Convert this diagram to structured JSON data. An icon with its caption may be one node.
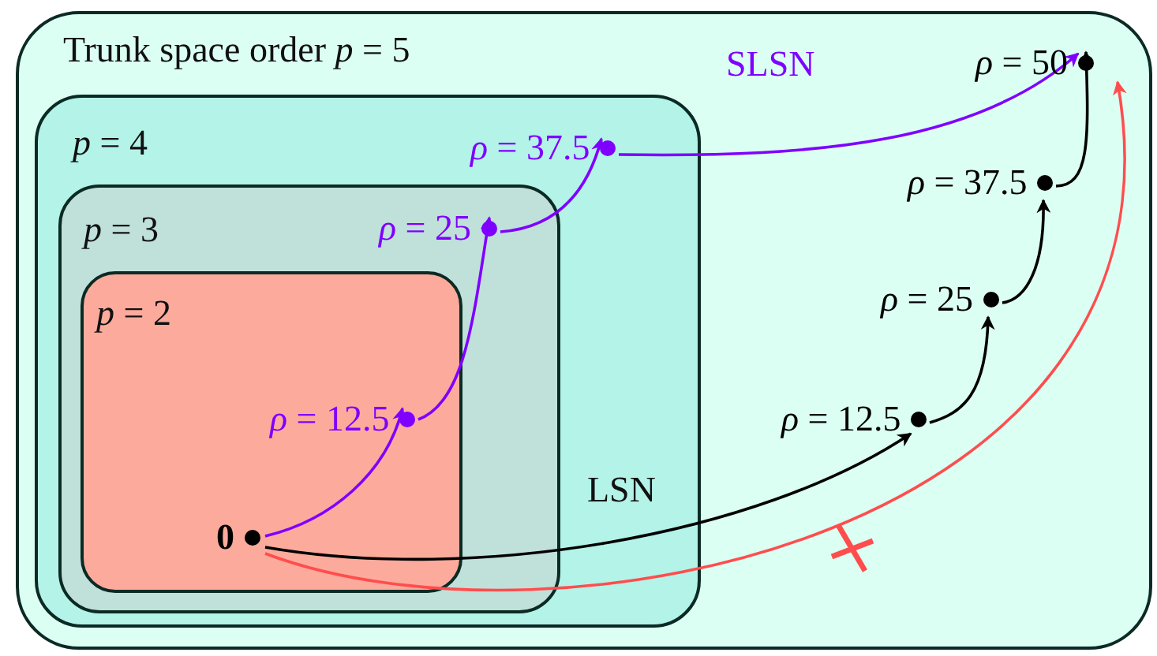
{
  "diagram": {
    "nodes": [
      {
        "text": [
          "Trunk space order *p* = 5"
        ]
      },
      {
        "text": [
          "*p* = 4"
        ],
        "in": 0
      },
      {
        "text": [
          "*p* = 3"
        ],
        "in": 1
      },
      {
        "text": [
          "*p* = 2"
        ],
        "in": 2
      },
      {
        "text": [
          "0"
        ],
        "in": 3
      },
      {
        "text": [
          "*ρ* = 12.5"
        ],
        "in": 3
      },
      {
        "text": [
          "*ρ* = 25"
        ],
        "in": 2
      },
      {
        "text": [
          "*ρ* = 37.5"
        ],
        "in": 1
      },
      {
        "text": [
          "*ρ* = 12.5"
        ],
        "in": 0
      },
      {
        "text": [
          "*ρ* = 25"
        ],
        "in": 0
      },
      {
        "text": [
          "*ρ* = 37.5"
        ],
        "in": 0
      },
      {
        "text": [
          "*ρ* = 50"
        ],
        "in": 0
      }
    ],
    "edges": [
      {
        "from": 4,
        "to": 5,
        "arrow": "to",
        "color": "#7f00ff"
      },
      {
        "from": 5,
        "to": 6,
        "arrow": "to",
        "color": "#7f00ff"
      },
      {
        "from": 6,
        "to": 7,
        "arrow": "to",
        "color": "#7f00ff"
      },
      {
        "from": 7,
        "to": 11,
        "arrow": "to",
        "color": "#7f00ff"
      },
      {
        "from": 4,
        "to": 8,
        "arrow": "to",
        "color": "#000000"
      },
      {
        "from": 8,
        "to": 9,
        "arrow": "to",
        "color": "#000000"
      },
      {
        "from": 9,
        "to": 10,
        "arrow": "to",
        "color": "#000000"
      },
      {
        "from": 10,
        "to": 11,
        "arrow": "to",
        "color": "#000000"
      },
      {
        "from": 4,
        "to": 11,
        "arrow": "to",
        "color": "#ff4d4d"
      }
    ],
    "labels": [
      "SLSN",
      "LSN"
    ]
  }
}
